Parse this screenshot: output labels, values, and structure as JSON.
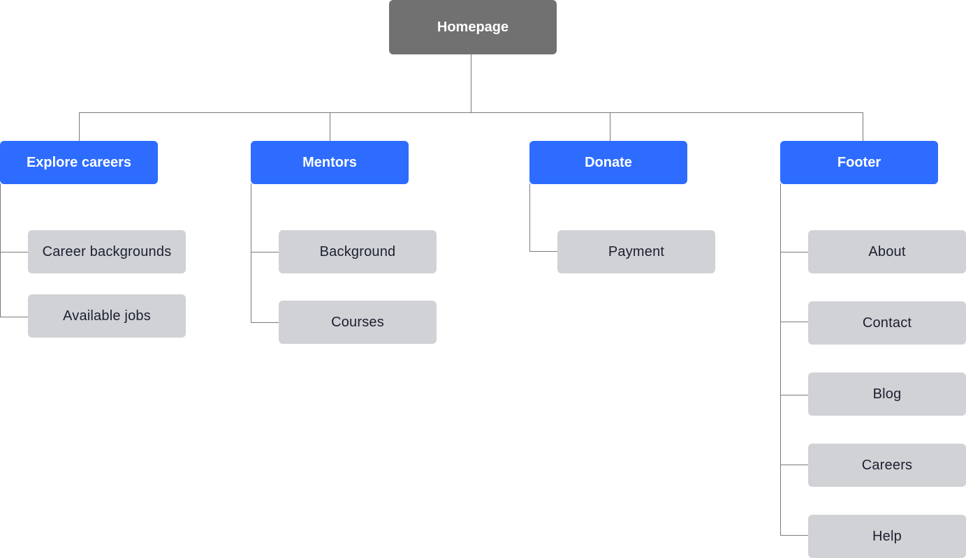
{
  "colors": {
    "root_fill": "#717171",
    "section_fill": "#2d6cff",
    "page_fill": "#d1d2d6",
    "connector": "#7a7a7a"
  },
  "root": {
    "label": "Homepage"
  },
  "sections": [
    {
      "label": "Explore careers",
      "children": [
        "Career backgrounds",
        "Available jobs"
      ]
    },
    {
      "label": "Mentors",
      "children": [
        "Background",
        "Courses"
      ]
    },
    {
      "label": "Donate",
      "children": [
        "Payment"
      ]
    },
    {
      "label": "Footer",
      "children": [
        "About",
        "Contact",
        "Blog",
        "Careers",
        "Help"
      ]
    }
  ]
}
